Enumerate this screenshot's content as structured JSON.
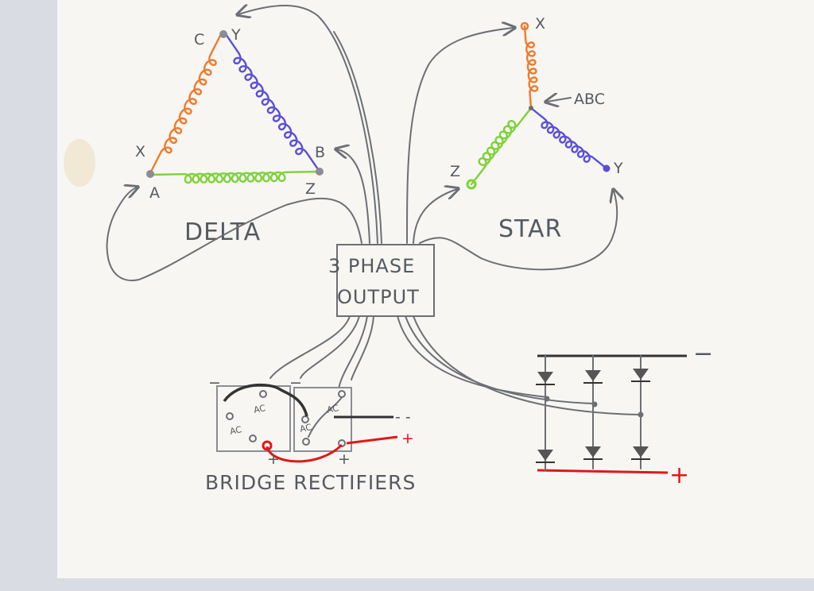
{
  "colors": {
    "paper": "#f7f6f3",
    "pencil": "#6c6f74",
    "phase_orange": "#f07a2a",
    "phase_blue": "#5a4fd6",
    "phase_green": "#7fd13b",
    "positive_red": "#e01818"
  },
  "delta": {
    "title": "DELTA",
    "node_labels": {
      "c": "C",
      "y": "Y",
      "x": "X",
      "a": "A",
      "b": "B",
      "z": "Z"
    }
  },
  "star": {
    "title": "STAR",
    "node_labels": {
      "x": "X",
      "y": "Y",
      "z": "Z"
    },
    "center_label": "ABC"
  },
  "output_box": {
    "line1": "3 PHASE",
    "line2": "OUTPUT"
  },
  "bridge_rectifiers": {
    "caption": "BRIDGE RECTIFIERS",
    "ac_label": "AC",
    "minus_sign": "−",
    "plus_sign": "+",
    "dash": "- -"
  },
  "diode_bridge": {
    "minus_sign": "−",
    "plus_sign": "+"
  }
}
